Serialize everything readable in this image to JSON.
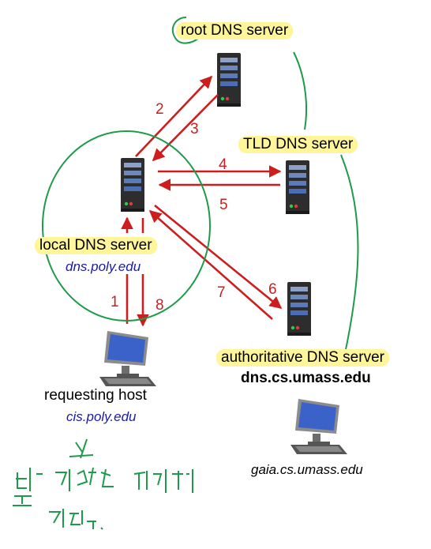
{
  "servers": {
    "root": {
      "label": "root DNS server"
    },
    "tld": {
      "label": "TLD DNS server"
    },
    "local": {
      "label": "local DNS server",
      "hostname": "dns.poly.edu"
    },
    "authoritative": {
      "label": "authoritative DNS server",
      "hostname": "dns.cs.umass.edu"
    }
  },
  "hosts": {
    "requesting": {
      "label": "requesting host",
      "hostname": "cis.poly.edu"
    },
    "target": {
      "hostname": "gaia.cs.umass.edu"
    }
  },
  "steps": [
    "1",
    "2",
    "3",
    "4",
    "5",
    "6",
    "7",
    "8"
  ],
  "colors": {
    "arrow": "#cc1e1e",
    "annotation": "#1f9a4a",
    "highlight": "#fff59a",
    "hostname": "#1a1aa8"
  }
}
